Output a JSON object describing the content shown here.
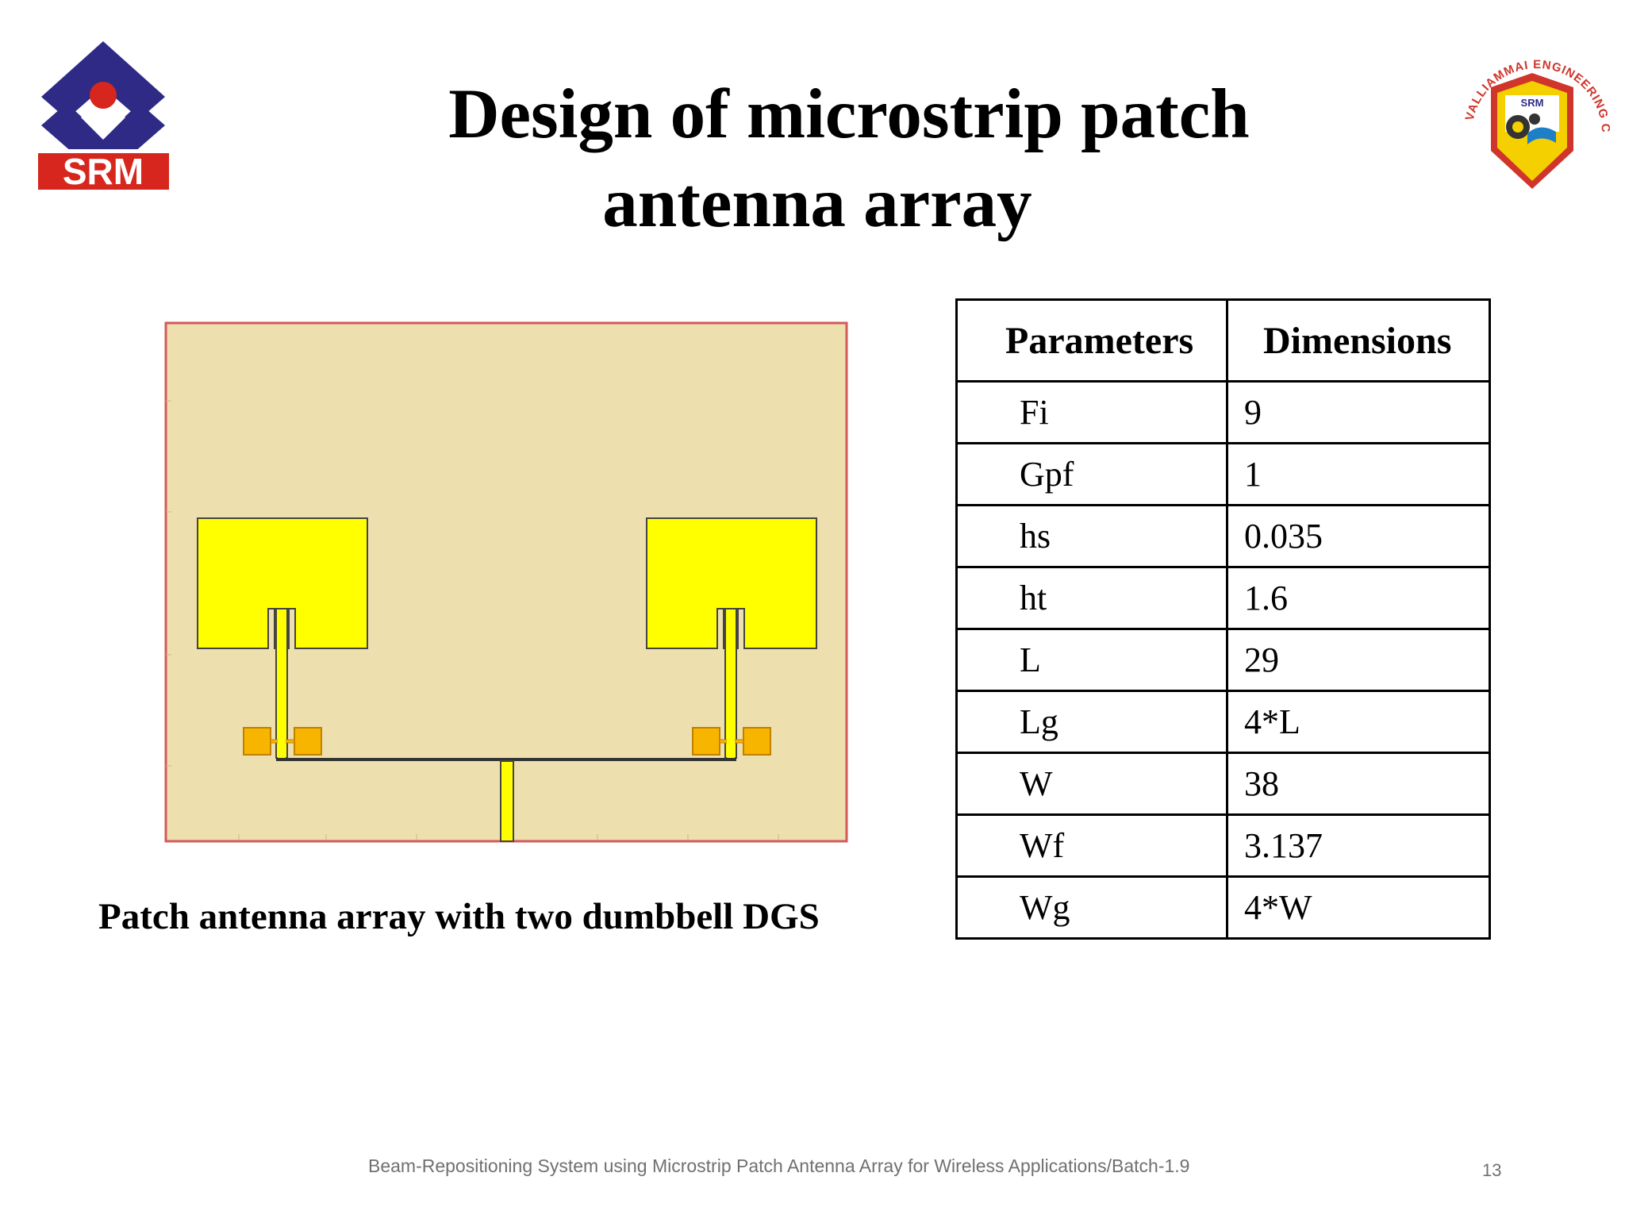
{
  "header": {
    "title_line1": "Design of microstrip patch",
    "title_line2": "antenna array",
    "left_logo_text": "SRM",
    "right_logo_ring_text": "VALLIAMMAI ENGINEERING COLLEGE",
    "right_logo_badge": "SRM"
  },
  "figure": {
    "caption": "Patch antenna array with two dumbbell DGS",
    "colors": {
      "substrate": "#EEDFAE",
      "substrate_border": "#D45A5A",
      "patch": "#FFFF00",
      "dgs": "#F7B500",
      "outline": "#444444"
    }
  },
  "table": {
    "headers": [
      "Parameters",
      "Dimensions"
    ],
    "rows": [
      [
        "Fi",
        "9"
      ],
      [
        "Gpf",
        "1"
      ],
      [
        "hs",
        "0.035"
      ],
      [
        "ht",
        "1.6"
      ],
      [
        "L",
        "29"
      ],
      [
        "Lg",
        "4*L"
      ],
      [
        "W",
        "38"
      ],
      [
        "Wf",
        "3.137"
      ],
      [
        "Wg",
        "4*W"
      ]
    ]
  },
  "footer": {
    "text": "Beam-Repositioning System using Microstrip Patch Antenna Array for Wireless Applications/Batch-1.9",
    "page_number": "13"
  },
  "colors": {
    "srm_blue": "#2E2A86",
    "srm_red": "#D7261E",
    "vec_red": "#D0352B",
    "vec_yellow": "#F5D000",
    "footer_gray": "#707070"
  }
}
